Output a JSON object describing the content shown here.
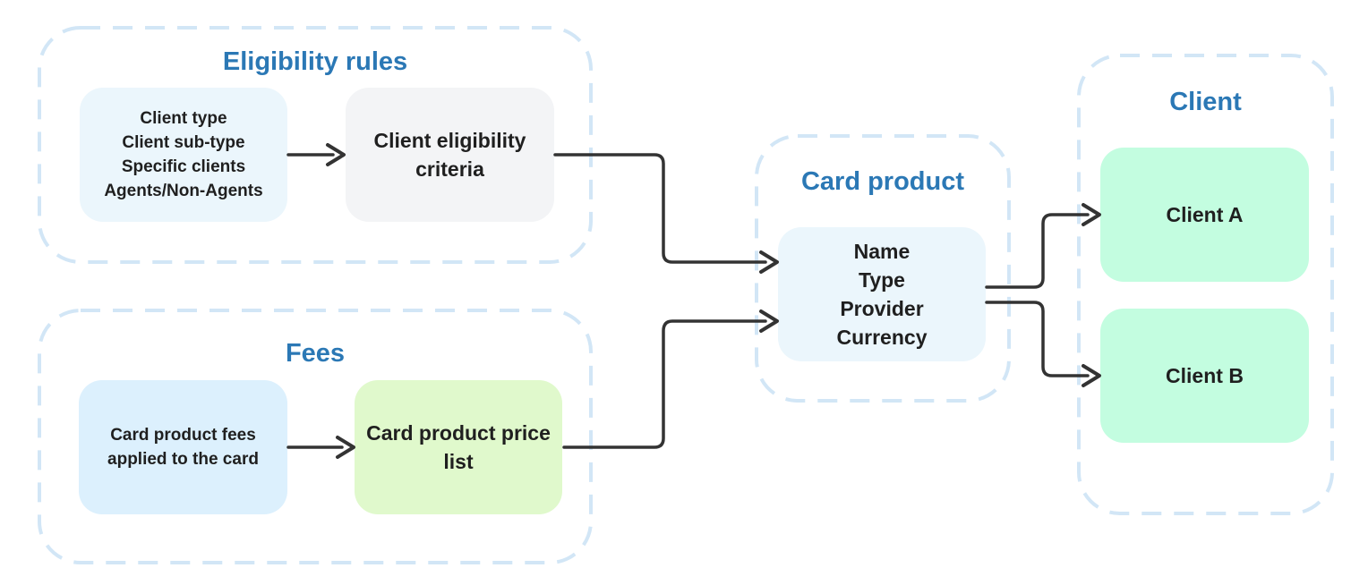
{
  "colors": {
    "group_border": "#d2e6f6",
    "group_title": "#2b78b5",
    "arrow": "#333333",
    "node_light_blue": "#ebf6fc",
    "node_grey": "#f3f4f6",
    "node_blue": "#dcf0fd",
    "node_light_green": "#e0f9cc",
    "node_mint": "#c3fde0"
  },
  "groups": {
    "eligibility": {
      "title": "Eligibility rules"
    },
    "fees": {
      "title": "Fees"
    },
    "card_product": {
      "title": "Card product"
    },
    "client": {
      "title": "Client"
    }
  },
  "nodes": {
    "client_attributes": {
      "lines": [
        "Client type",
        "Client sub-type",
        "Specific clients",
        "Agents/Non-Agents"
      ]
    },
    "eligibility_criteria": {
      "lines": [
        "Client eligibility",
        "criteria"
      ]
    },
    "card_product_fees": {
      "lines": [
        "Card product fees",
        "applied to the card"
      ]
    },
    "price_list": {
      "text": "Card product price list"
    },
    "card_product_details": {
      "lines": [
        "Name",
        "Type",
        "Provider",
        "Currency"
      ]
    },
    "client_a": {
      "text": "Client A"
    },
    "client_b": {
      "text": "Client B"
    }
  },
  "edges": [
    {
      "from": "client_attributes",
      "to": "eligibility_criteria"
    },
    {
      "from": "eligibility_criteria",
      "to": "card_product_details"
    },
    {
      "from": "card_product_fees",
      "to": "price_list"
    },
    {
      "from": "price_list",
      "to": "card_product_details"
    },
    {
      "from": "card_product_details",
      "to": "client_a"
    },
    {
      "from": "card_product_details",
      "to": "client_b"
    }
  ]
}
